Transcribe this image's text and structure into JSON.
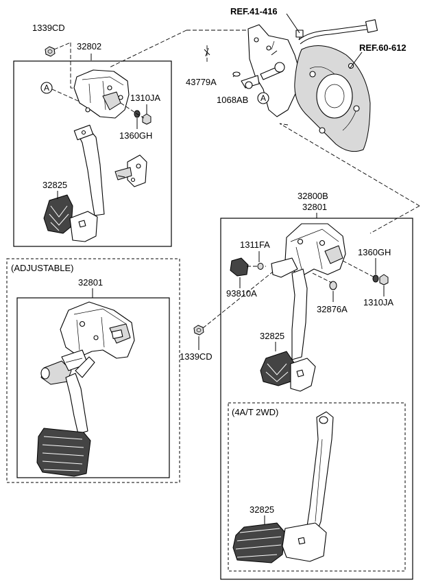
{
  "labels": {
    "ref_41_416": "REF.41-416",
    "ref_60_612": "REF.60-612",
    "p1339cd_top": "1339CD",
    "p32802": "32802",
    "p43779a": "43779A",
    "p1068ab": "1068AB",
    "p1310ja_left": "1310JA",
    "p1360gh_left": "1360GH",
    "p32825_left": "32825",
    "callout_a": "A",
    "p32800b": "32800B",
    "p32801_right": "32801",
    "adjustable": "(ADJUSTABLE)",
    "p32801_adj": "32801",
    "p1311fa": "1311FA",
    "p1360gh_right": "1360GH",
    "p93810a": "93810A",
    "p32876a": "32876A",
    "p1310ja_right": "1310JA",
    "p1339cd_mid": "1339CD",
    "p32825_mid": "32825",
    "at2wd": "(4A/T 2WD)",
    "p32825_bottom": "32825"
  }
}
